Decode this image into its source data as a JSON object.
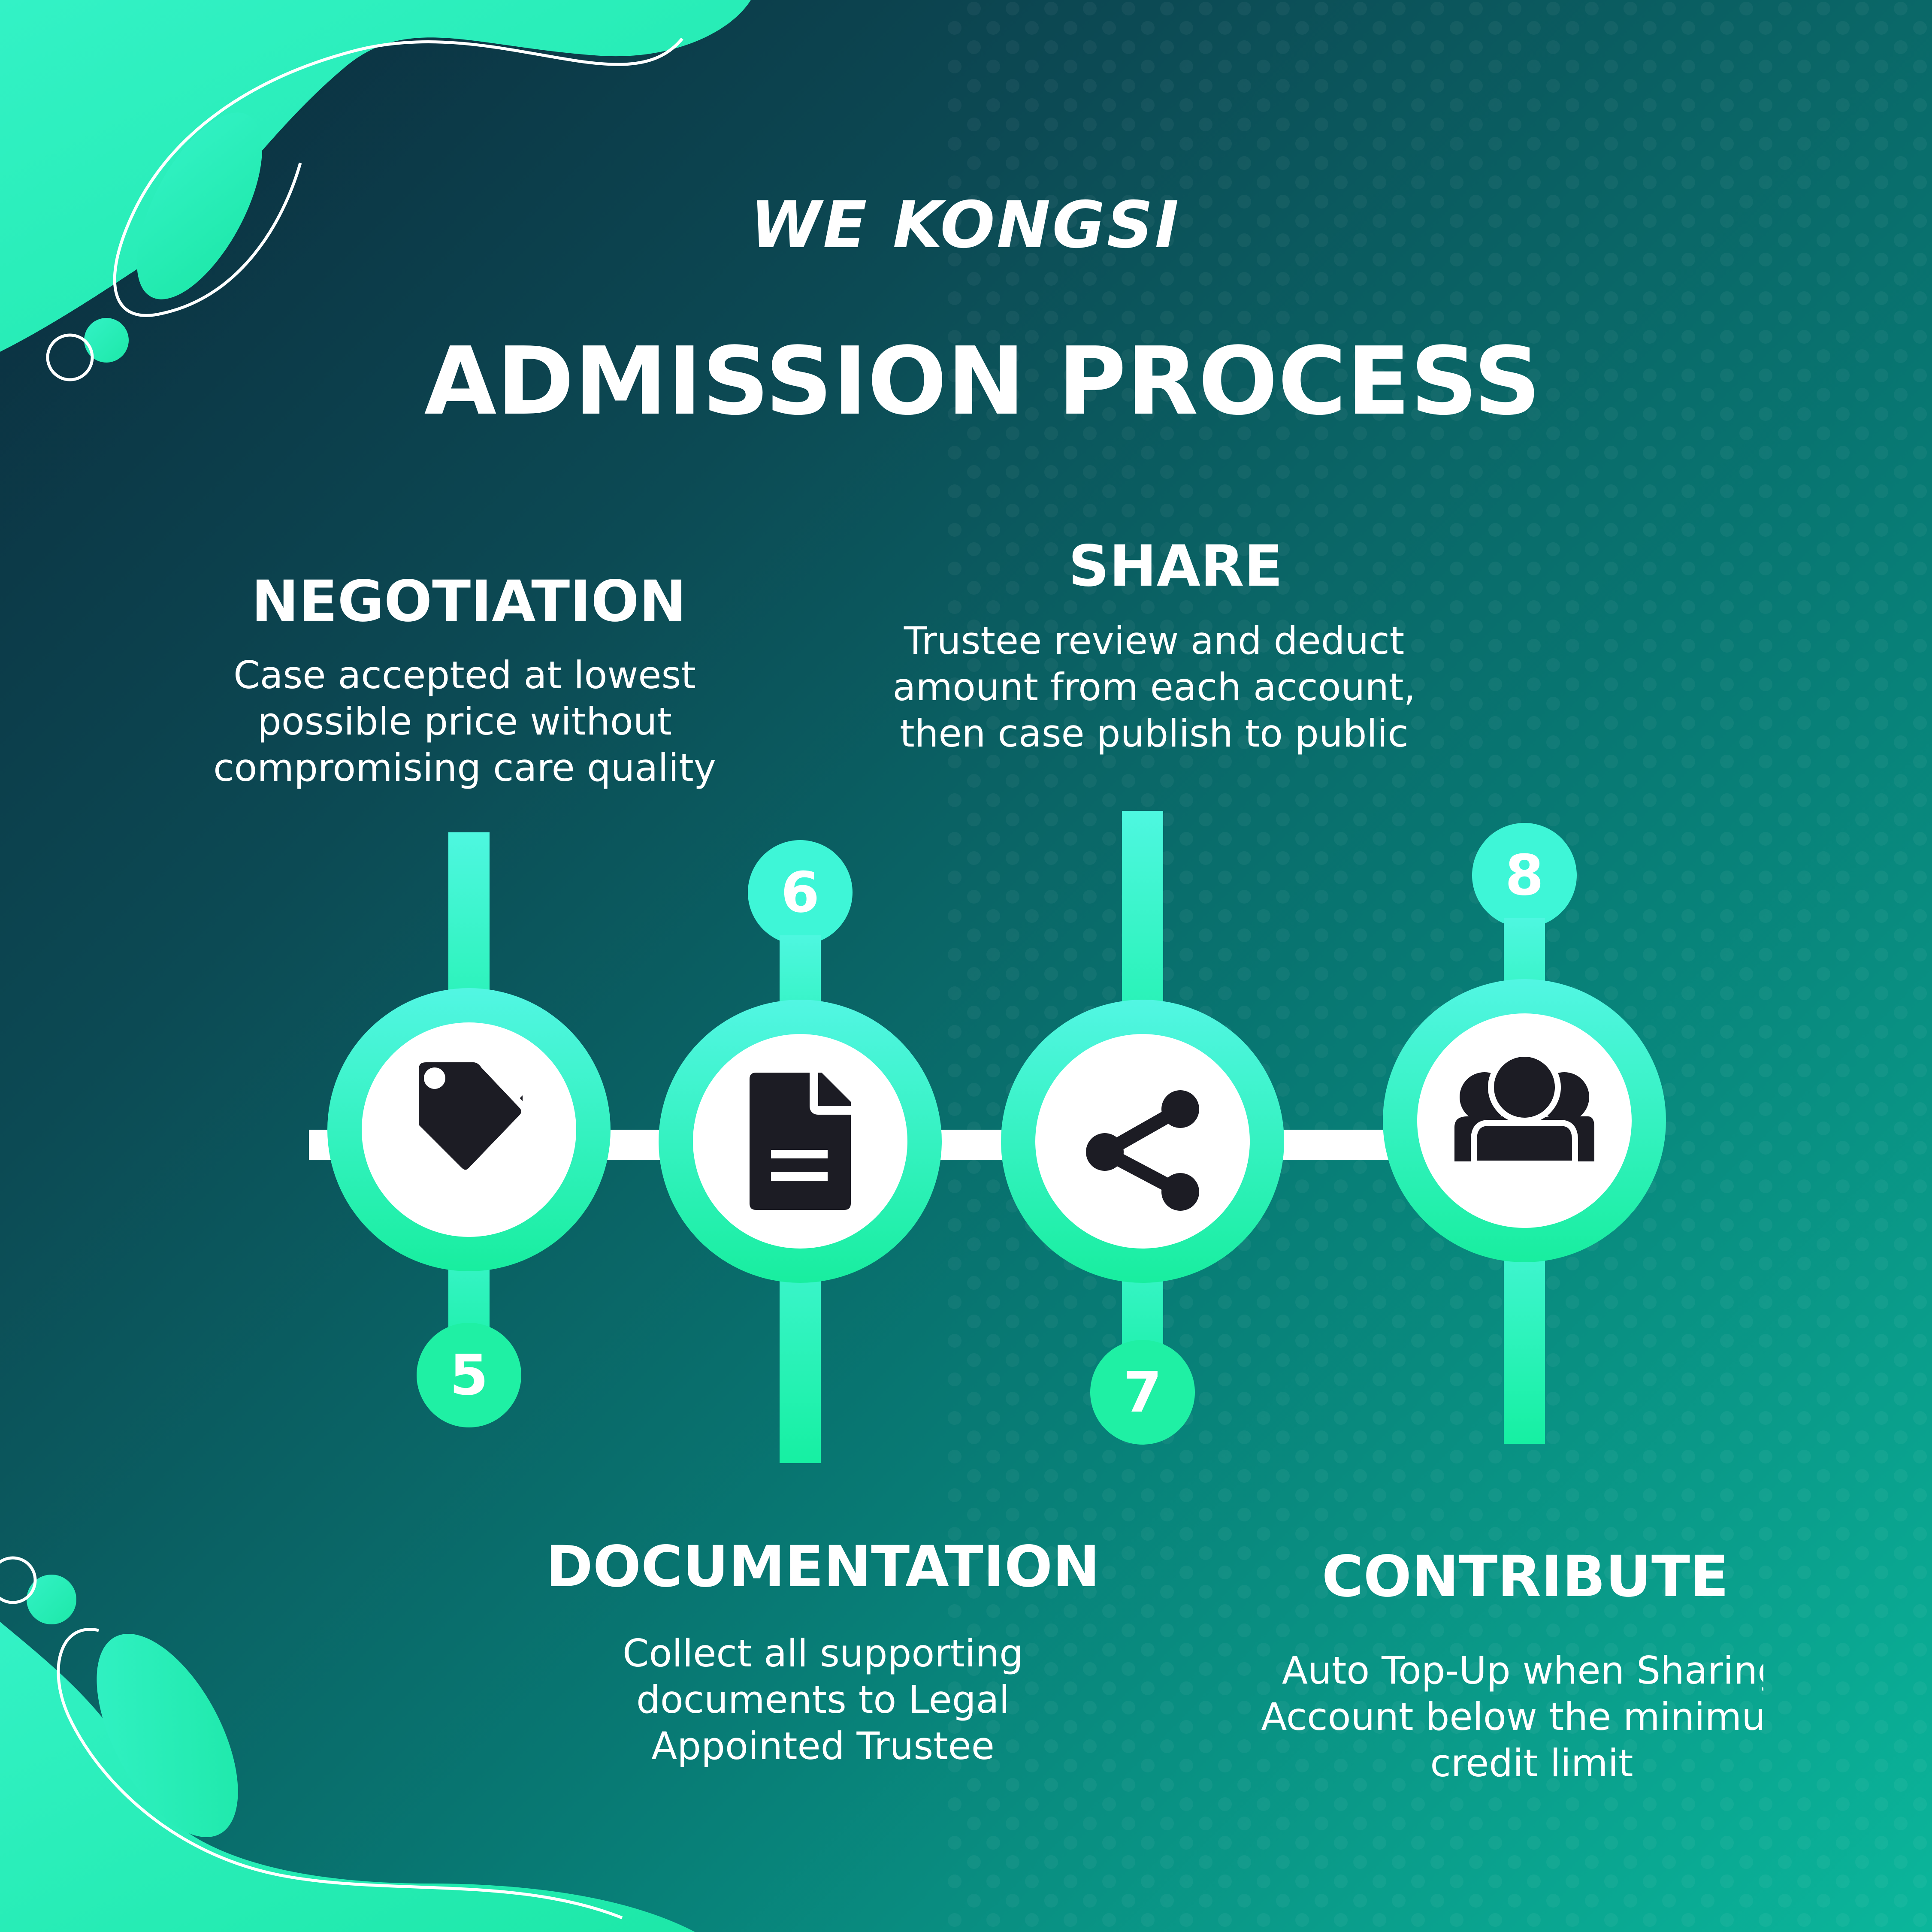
{
  "brand": {
    "logo_text": "WE KONGSI"
  },
  "title": "ADMISSION PROCESS",
  "colors": {
    "bg_dark": "#0b2a3c",
    "bg_light": "#0bb69b",
    "accent": "#3ef6d7",
    "accent_green": "#1ff2a6",
    "icon": "#1c1c24",
    "text": "#ffffff"
  },
  "steps": [
    {
      "number": "5",
      "title": "NEGOTIATION",
      "description": "Case accepted at lowest\npossible price without\ncompromising care quality",
      "icon": "price-tag-icon"
    },
    {
      "number": "6",
      "title": "DOCUMENTATION",
      "description": "Collect all supporting\ndocuments to Legal\nAppointed Trustee",
      "icon": "document-icon"
    },
    {
      "number": "7",
      "title": "SHARE",
      "description": "Trustee review and deduct\namount from each account,\nthen case publish to public",
      "icon": "share-icon"
    },
    {
      "number": "8",
      "title": "CONTRIBUTE",
      "description": "Auto Top-Up when Sharing\nAccount below the minimum\ncredit limit",
      "icon": "group-icon"
    }
  ]
}
